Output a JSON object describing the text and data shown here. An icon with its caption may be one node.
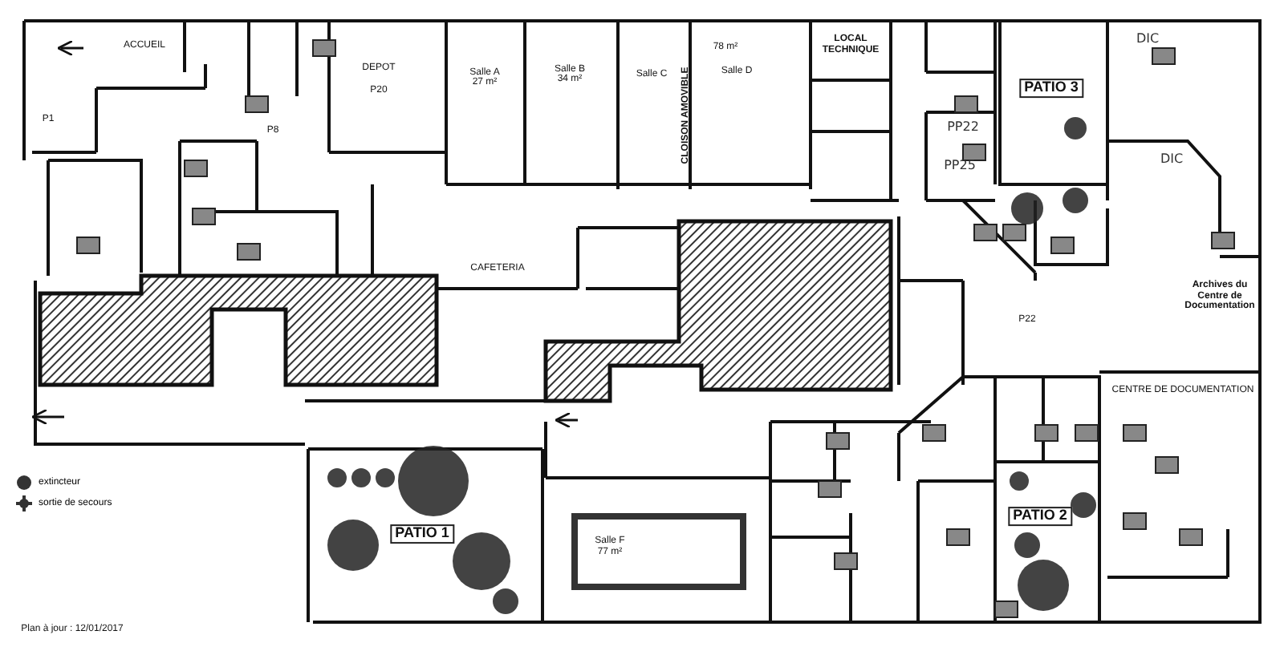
{
  "diagram": {
    "labels": [
      "ACCUEIL",
      "P1",
      "DEPOT",
      "P20",
      "P8",
      "Salle A",
      "27 m²",
      "Salle B",
      "34 m²",
      "78 m²",
      "CLOISON AMOVIBLE",
      "Salle C",
      "Salle D",
      "LOCAL TECHNIQUE",
      "CAFETERIA",
      "PATIO 3",
      "DIC",
      "PP22",
      "PP25",
      "DIC",
      "P22",
      "Archives du Centre de Documentation",
      "CENTRE DE DOCUMENTATION",
      "PATIO 1",
      "Salle F",
      "77 m²",
      "PATIO 2",
      "Plan à jour : 12/01/2017"
    ],
    "legend": [
      {
        "text": "extincteur"
      },
      {
        "text": "sortie de secours"
      }
    ]
  }
}
